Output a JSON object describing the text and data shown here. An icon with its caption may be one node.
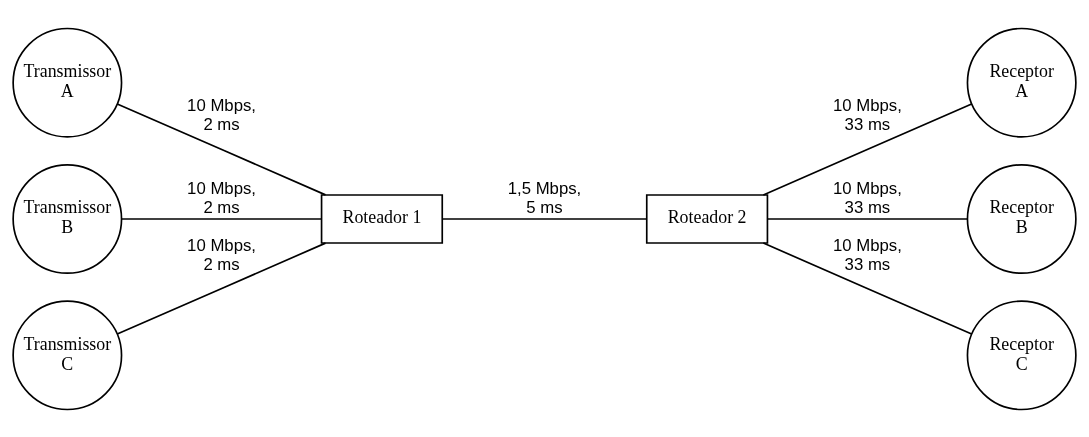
{
  "diagram": {
    "nodes": [
      {
        "text": [
          "Transmissor",
          "A"
        ]
      },
      {
        "text": [
          "Transmissor",
          "B"
        ]
      },
      {
        "text": [
          "Transmissor",
          "C"
        ]
      },
      {
        "text": [
          "Roteador 1"
        ]
      },
      {
        "text": [
          "Roteador 2"
        ]
      },
      {
        "text": [
          "Receptor",
          "A"
        ]
      },
      {
        "text": [
          "Receptor",
          "B"
        ]
      },
      {
        "text": [
          "Receptor",
          "C"
        ]
      }
    ],
    "edges": [
      {
        "from": 0,
        "to": 3,
        "arrow": "none",
        "label": "10 Mbps, 2 ms"
      },
      {
        "from": 1,
        "to": 3,
        "arrow": "none",
        "label": "10 Mbps, 2 ms"
      },
      {
        "from": 2,
        "to": 3,
        "arrow": "none",
        "label": "10 Mbps, 2 ms"
      },
      {
        "from": 3,
        "to": 4,
        "arrow": "none",
        "label": "1,5 Mbps, 5 ms"
      },
      {
        "from": 4,
        "to": 5,
        "arrow": "none",
        "label": "10 Mbps, 33 ms"
      },
      {
        "from": 4,
        "to": 6,
        "arrow": "none",
        "label": "10 Mbps, 33 ms"
      },
      {
        "from": 4,
        "to": 7,
        "arrow": "none",
        "label": "10 Mbps, 33 ms"
      }
    ]
  }
}
